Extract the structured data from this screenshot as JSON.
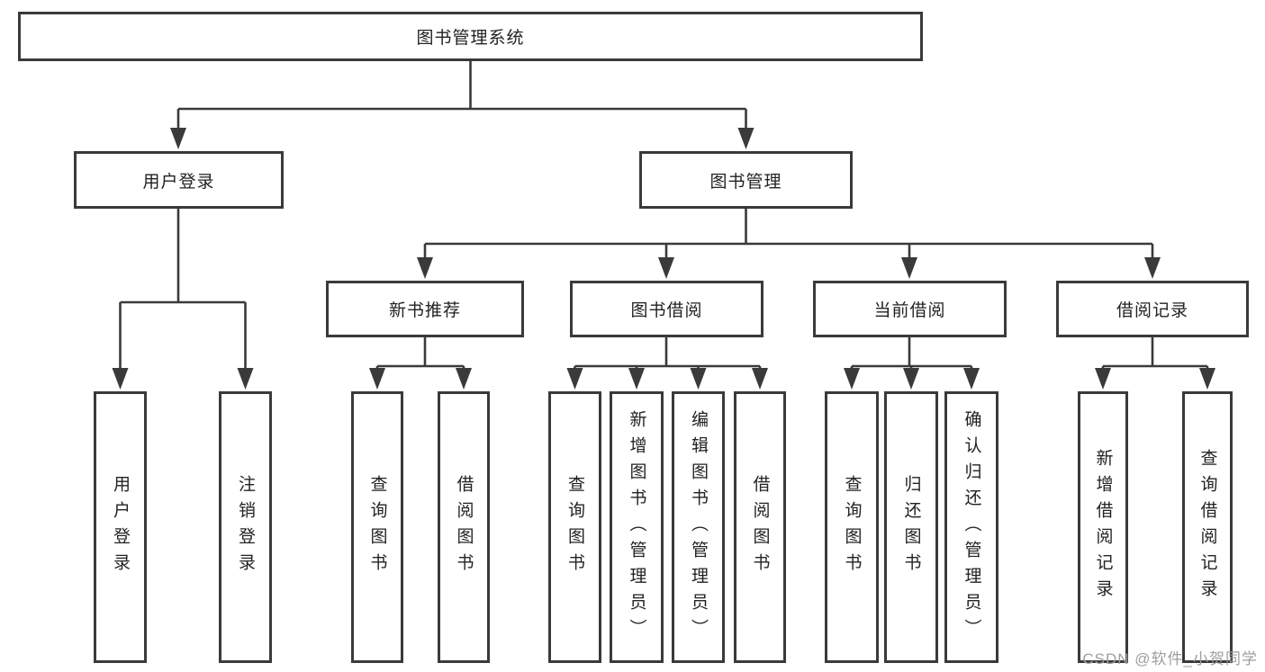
{
  "diagram": {
    "root": "图书管理系统",
    "branches": [
      {
        "label": "用户登录",
        "children": [
          "用户登录",
          "注销登录"
        ]
      },
      {
        "label": "图书管理",
        "children": [
          {
            "label": "新书推荐",
            "children": [
              "查询图书",
              "借阅图书"
            ]
          },
          {
            "label": "图书借阅",
            "children": [
              "查询图书",
              "新增图书（管理员）",
              "编辑图书（管理员）",
              "借阅图书"
            ]
          },
          {
            "label": "当前借阅",
            "children": [
              "查询图书",
              "归还图书",
              "确认归还（管理员）"
            ]
          },
          {
            "label": "借阅记录",
            "children": [
              "新增借阅记录",
              "查询借阅记录"
            ]
          }
        ]
      }
    ]
  },
  "watermark": "CSDN @软件_小贺同学",
  "colors": {
    "border": "#3a3a3a",
    "line": "#3a3a3a",
    "text": "#222222",
    "watermark": "#9e9e9e",
    "bg": "#ffffff"
  }
}
